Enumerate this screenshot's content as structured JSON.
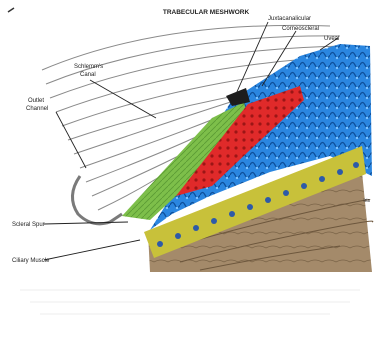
{
  "illustration": {
    "title": "TRABECULAR MESHWORK",
    "labels": {
      "juxtacanalicular": "Juxtacanalicular",
      "corneoscleral": "Corneoscleral",
      "uveal": "Uveal",
      "schlemms_canal_line1": "Schlemm's",
      "schlemms_canal_line2": "Canal",
      "outlet_channel_line1": "Outlet",
      "outlet_channel_line2": "Channel",
      "scleral_spur": "Scleral Spur",
      "ciliary_muscle": "Ciliary Muscle",
      "side_mark": "Iris"
    },
    "colors": {
      "juxtacanalicular": "#e02a2a",
      "corneoscleral": "#7dbf4a",
      "uveal": "#1f78d1",
      "ciliary_band": "#c8c13a",
      "ciliary_body": "#a89070"
    }
  }
}
